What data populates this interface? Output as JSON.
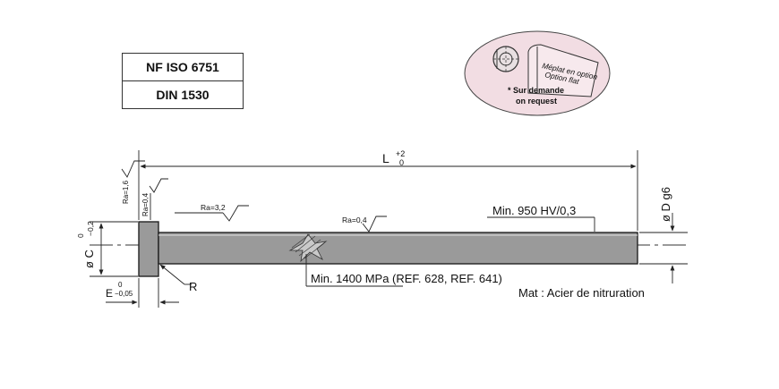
{
  "standards": [
    "NF ISO 6751",
    "DIN 1530"
  ],
  "option": {
    "flat_fr": "Méplat en option",
    "flat_en": "Option flat",
    "request_fr": "* Sur demande",
    "request_en": "on request"
  },
  "dimensions": {
    "length": "L",
    "length_tol_upper": "+2",
    "length_tol_lower": "0",
    "head_diameter": "ø C",
    "head_tol_upper": "0",
    "head_tol_lower": "−0,2",
    "shaft_diameter": "ø D g6",
    "head_thickness": "E",
    "head_thickness_tol_upper": "0",
    "head_thickness_tol_lower": "−0,05",
    "radius": "R"
  },
  "roughness": {
    "head_face": "Ra=1,6",
    "head_side": "Ra=0,4",
    "under_head": "Ra=3,2",
    "shaft": "Ra=0,4"
  },
  "notes": {
    "hardness_surface": "Min. 950 HV/0,3",
    "core_strength": "Min. 1400 MPa (REF. 628, REF. 641)",
    "material": "Mat : Acier de nitruration"
  },
  "colors": {
    "shaft_fill": "#9a9a9a",
    "bubble_fill": "#f2dde3",
    "line": "#222222"
  }
}
